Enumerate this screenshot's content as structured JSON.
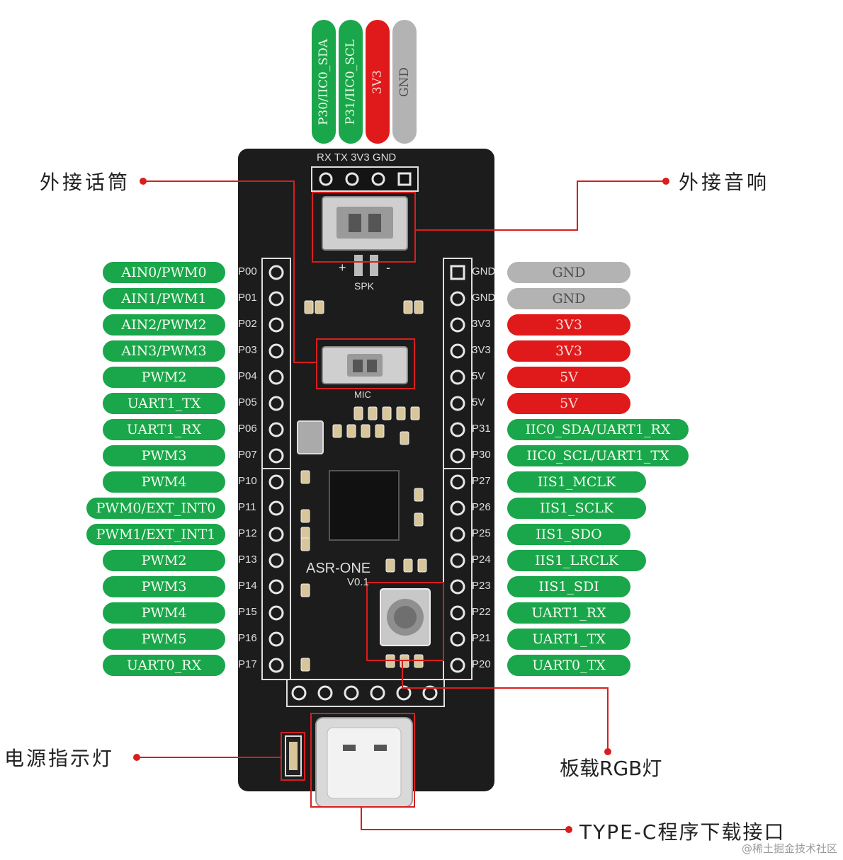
{
  "top_pills": [
    {
      "label": "P30/IIC0_SDA",
      "color": "green"
    },
    {
      "label": "P31/IIC0_SCL",
      "color": "green"
    },
    {
      "label": "3V3",
      "color": "red"
    },
    {
      "label": "GND",
      "color": "gray"
    }
  ],
  "left_pills": [
    "AIN0/PWM0",
    "AIN1/PWM1",
    "AIN2/PWM2",
    "AIN3/PWM3",
    "PWM2",
    "UART1_TX",
    "UART1_RX",
    "PWM3",
    "PWM4",
    "PWM0/EXT_INT0",
    "PWM1/EXT_INT1",
    "PWM2",
    "PWM3",
    "PWM4",
    "PWM5",
    "UART0_RX"
  ],
  "left_pins": [
    "P00",
    "P01",
    "P02",
    "P03",
    "P04",
    "P05",
    "P06",
    "P07",
    "P10",
    "P11",
    "P12",
    "P13",
    "P14",
    "P15",
    "P16",
    "P17"
  ],
  "right_pills": [
    {
      "label": "GND",
      "color": "gray"
    },
    {
      "label": "GND",
      "color": "gray"
    },
    {
      "label": "3V3",
      "color": "red"
    },
    {
      "label": "3V3",
      "color": "red"
    },
    {
      "label": "5V",
      "color": "red"
    },
    {
      "label": "5V",
      "color": "red"
    },
    {
      "label": "IIC0_SDA/UART1_RX",
      "color": "green"
    },
    {
      "label": "IIC0_SCL/UART1_TX",
      "color": "green"
    },
    {
      "label": "IIS1_MCLK",
      "color": "green"
    },
    {
      "label": "IIS1_SCLK",
      "color": "green"
    },
    {
      "label": "IIS1_SDO",
      "color": "green"
    },
    {
      "label": "IIS1_LRCLK",
      "color": "green"
    },
    {
      "label": "IIS1_SDI",
      "color": "green"
    },
    {
      "label": "UART1_RX",
      "color": "green"
    },
    {
      "label": "UART1_TX",
      "color": "green"
    },
    {
      "label": "UART0_TX",
      "color": "green"
    }
  ],
  "right_pins": [
    "GND",
    "GND",
    "3V3",
    "3V3",
    "5V",
    "5V",
    "P31",
    "P30",
    "P27",
    "P26",
    "P25",
    "P24",
    "P23",
    "P22",
    "P21",
    "P20"
  ],
  "board": {
    "header_label": "RX TX 3V3 GND",
    "spk_label": "SPK",
    "mic_label": "MIC",
    "plus": "+",
    "minus": "-",
    "name": "ASR-ONE",
    "version": "V0.1"
  },
  "callouts": {
    "mic": "外接话筒",
    "speaker": "外接音响",
    "power_led": "电源指示灯",
    "rgb_led": "板载RGB灯",
    "typec": "TYPE-C程序下载接口"
  },
  "watermark": "@稀土掘金技术社区",
  "colors": {
    "green": "#1aa64a",
    "red": "#e01a1a",
    "gray": "#b3b3b3",
    "board": "#1c1c1c",
    "callout_line": "#d81e1e"
  }
}
